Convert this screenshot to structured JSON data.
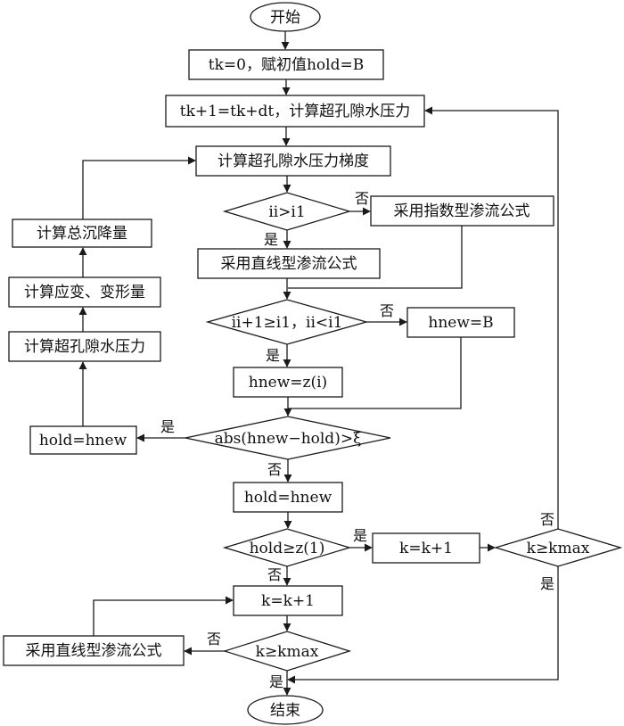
{
  "diagram": {
    "start": "开始",
    "end": "结束",
    "init": "tk=0，赋初值hold=B",
    "time_step": "tk+1=tk+dt，计算超孔隙水压力",
    "calc_gradient": "计算超孔隙水压力梯度",
    "cond_gradient": "ii>i1",
    "exp_formula": "采用指数型渗流公式",
    "linear_formula_1": "采用直线型渗流公式",
    "cond_range": "ii+1≥i1，ii<i1",
    "h_new_b": "hnew=B",
    "h_new_z": "hnew=z(i)",
    "cond_abs": "abs(hnew−hold)>ξ",
    "h_old_update_left": "hold=hnew",
    "h_old_update_mid": "hold=hnew",
    "calc_pressure": "计算超孔隙水压力",
    "calc_strain": "计算应变、变形量",
    "calc_settlement": "计算总沉降量",
    "cond_hold": "hold≥z(1)",
    "k_inc_right": "k=k+1",
    "k_inc_mid": "k=k+1",
    "cond_kmax_right": "k≥kmax",
    "cond_kmax_bottom": "k≥kmax",
    "linear_formula_2": "采用直线型渗流公式",
    "yes": "是",
    "no": "否"
  }
}
